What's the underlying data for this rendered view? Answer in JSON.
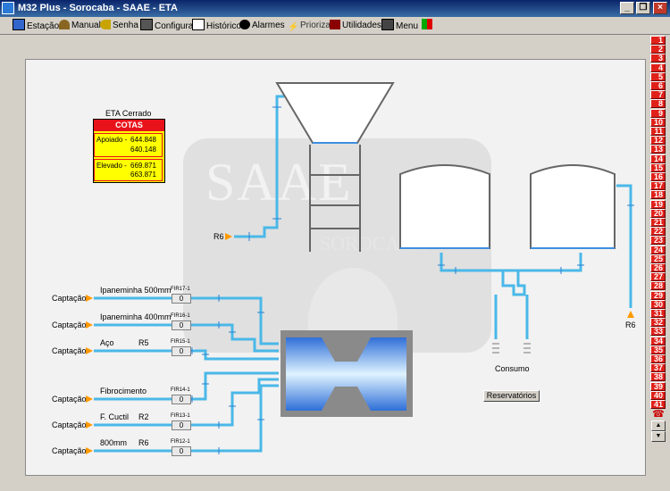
{
  "window": {
    "title": "M32 Plus - Sorocaba - SAAE - ETA"
  },
  "menu": [
    {
      "label": "Estação",
      "icon": "station-icon"
    },
    {
      "label": "Manual",
      "icon": "manual-icon"
    },
    {
      "label": "Senha",
      "icon": "key-icon"
    },
    {
      "label": "Configura",
      "icon": "config-icon"
    },
    {
      "label": "Histórico",
      "icon": "history-icon"
    },
    {
      "label": "Alarmes",
      "icon": "alarm-clock-icon"
    },
    {
      "label": "Prioriza",
      "icon": "lightning-icon"
    },
    {
      "label": "Utilidades",
      "icon": "tools-icon"
    },
    {
      "label": "Menu",
      "icon": "menu-icon"
    }
  ],
  "side_numbers": [
    "1",
    "2",
    "3",
    "4",
    "5",
    "6",
    "7",
    "8",
    "9",
    "10",
    "11",
    "12",
    "13",
    "14",
    "15",
    "16",
    "17",
    "18",
    "19",
    "20",
    "21",
    "22",
    "23",
    "24",
    "25",
    "26",
    "27",
    "28",
    "29",
    "30",
    "31",
    "32",
    "33",
    "34",
    "35",
    "36",
    "37",
    "38",
    "39",
    "40",
    "41"
  ],
  "eta": {
    "title": "ETA Cerrado",
    "cotas_title": "COTAS",
    "apoiado_label": "Apoiado -",
    "apoiado_v1": "644.848",
    "apoiado_v2": "640.148",
    "elevado_label": "Elevado -",
    "elevado_v1": "669.871",
    "elevado_v2": "663.871"
  },
  "watermark": {
    "brand": "SAAE",
    "city": "SOROCABA"
  },
  "hopper_level": "0 m",
  "tank_left_level": "0 m",
  "tank_right_level": "0 m",
  "r6_left": "R6",
  "r6_right": "R6",
  "consumo": "Consumo",
  "reservatorios_button": "Reservatórios",
  "inflows": [
    {
      "captacao": "Captação",
      "name": "Ipaneminha 500mm",
      "extra": "",
      "tag": "FIR17-1",
      "value": "0"
    },
    {
      "captacao": "Captação",
      "name": "Ipaneminha 400mm",
      "extra": "",
      "tag": "FIR16-1",
      "value": "0"
    },
    {
      "captacao": "Captação",
      "name": "Aço",
      "extra": "R5",
      "tag": "FIR15-1",
      "value": "0"
    },
    {
      "captacao": "Captação",
      "name": "Fibrocimento",
      "extra": "",
      "tag": "FIR14-1",
      "value": "0"
    },
    {
      "captacao": "Captação",
      "name": "F. Cuctil",
      "extra": "R2",
      "tag": "FIR13-1",
      "value": "0"
    },
    {
      "captacao": "Captação",
      "name": "800mm",
      "extra": "R6",
      "tag": "FIR12-1",
      "value": "0"
    }
  ]
}
